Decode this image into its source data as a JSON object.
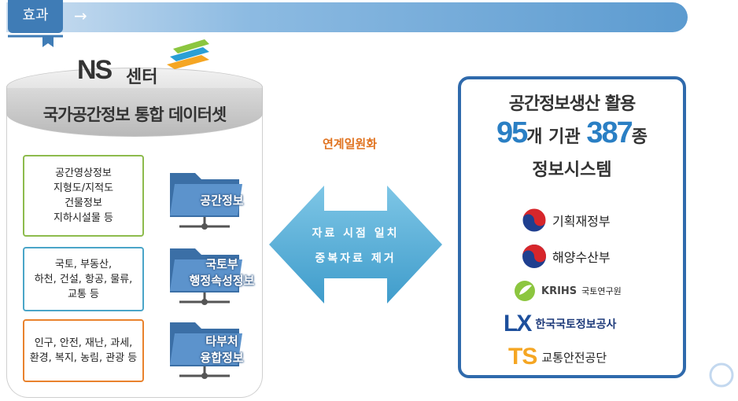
{
  "banner": {
    "tag": "효과",
    "arrow": "→"
  },
  "ns_center": {
    "logo_ns": "NS",
    "logo_sub": "센터",
    "title": "국가공간정보 통합 데이터셋"
  },
  "categories": [
    {
      "lines": [
        "공간영상정보",
        "지형도/지적도",
        "건물정보",
        "지하시설물 등"
      ],
      "border": "#8dbb4c",
      "folder_lines": [
        "공간정보"
      ]
    },
    {
      "lines": [
        "국토, 부동산,",
        "하천, 건설, 항공, 물류,",
        "교통 등"
      ],
      "border": "#4aa5c8",
      "folder_lines": [
        "국토부",
        "행정속성정보"
      ]
    },
    {
      "lines": [
        "인구, 안전, 재난, 과세,",
        "환경, 복지, 농림, 관광 등"
      ],
      "border": "#e9822d",
      "folder_lines": [
        "타부처",
        "융합정보"
      ]
    }
  ],
  "link": {
    "label": "연계일원화",
    "line1": "자료 시점 일치",
    "line2": "중복자료 제거",
    "color": "#e07320",
    "arrow_color": "#5aaed6"
  },
  "result": {
    "title": "공간정보생산 활용",
    "agency_count": "95",
    "agency_unit": "개 기관",
    "system_count": "387",
    "system_unit": "종",
    "subtitle": "정보시스템",
    "border_color": "#2f6aac",
    "number_color": "#2a7fc4"
  },
  "organizations": [
    {
      "name": "기획재정부",
      "icon": "taeguk-emblem-icon"
    },
    {
      "name": "해양수산부",
      "icon": "taeguk-emblem-icon"
    },
    {
      "name": "국토연구원",
      "logo_text": "KRIHS",
      "icon": "krihs-leaf-icon"
    },
    {
      "name": "한국국토정보공사",
      "logo_text": "LX",
      "icon": "lx-logo-icon"
    },
    {
      "name": "교통안전공단",
      "logo_text": "TS",
      "icon": "ts-logo-icon"
    }
  ]
}
